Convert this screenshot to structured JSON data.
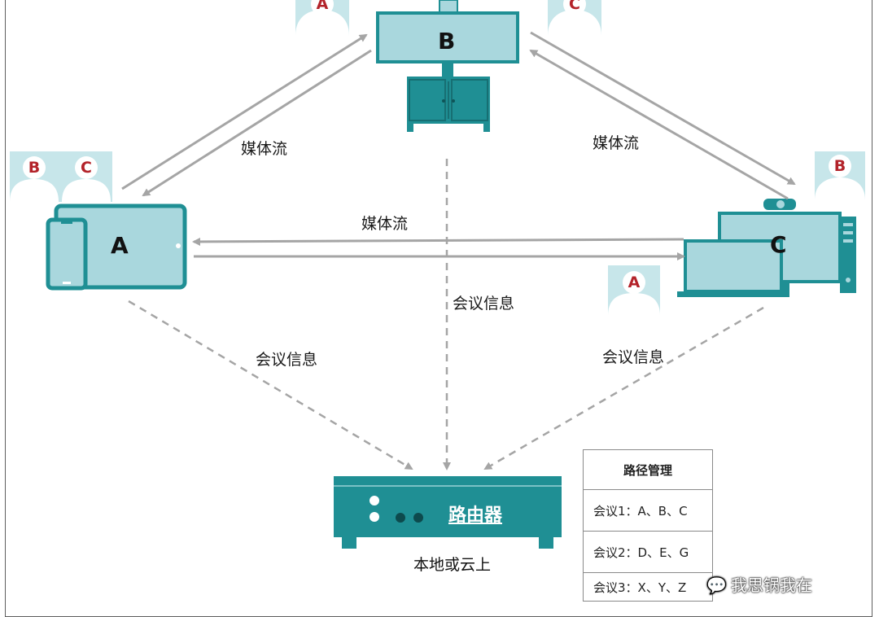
{
  "devices": {
    "a": {
      "label": "A"
    },
    "b": {
      "label": "B"
    },
    "c": {
      "label": "C"
    }
  },
  "participants": {
    "near_a": [
      "B",
      "C"
    ],
    "near_b_left": "A",
    "near_b_right": "C",
    "near_c_top": "B",
    "near_c_bottom": "A"
  },
  "labels": {
    "media_stream": "媒体流",
    "meeting_info": "会议信息"
  },
  "router": {
    "label": "路由器",
    "caption": "本地或云上"
  },
  "path_table": {
    "header": "路径管理",
    "rows": [
      "会议1：A、B、C",
      "会议2：D、E、G",
      "会议3：X、Y、Z"
    ]
  },
  "watermark": "我思锅我在",
  "colors": {
    "teal": "#1f8f94",
    "light_blue": "#a9d7dd",
    "avatar": "#c7e6ea",
    "arrow_gray": "#a5a5a5",
    "badge_red": "#b3232a"
  }
}
